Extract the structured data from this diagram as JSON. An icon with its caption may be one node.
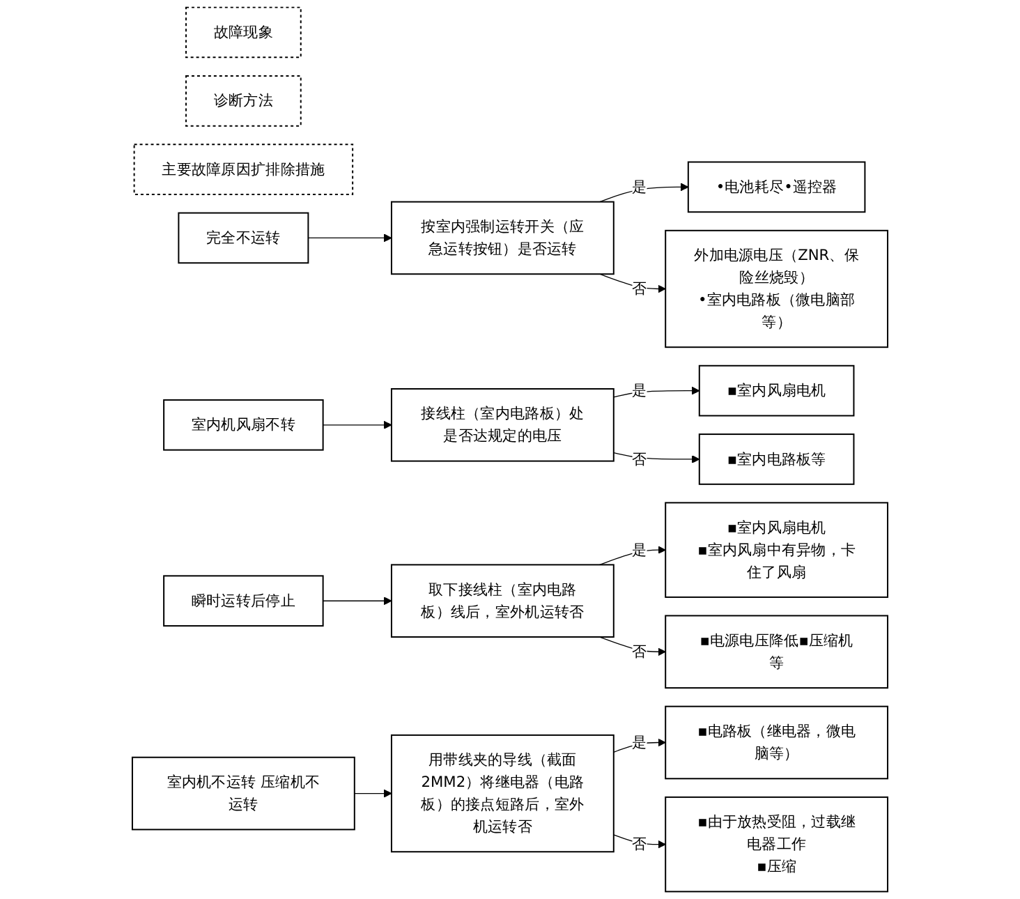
{
  "diagram": {
    "nodes": [
      {
        "text": [
          "故障现象"
        ]
      },
      {
        "text": [
          "诊断方法"
        ]
      },
      {
        "text": [
          "主要故障原因扩排除措施"
        ]
      },
      {
        "text": [
          "完全不运转"
        ]
      },
      {
        "text": [
          "按室内强制运转开关（应急运转按钮）是否运转"
        ]
      },
      {
        "text": [
          "•电池耗尽•遥控器"
        ]
      },
      {
        "text": [
          "外加电源电压（ZNR、保险丝烧毁）",
          "•室内电路板（微电脑部等）"
        ]
      },
      {
        "text": [
          "室内机风扇不转"
        ]
      },
      {
        "text": [
          "接线柱（室内电路板）处是否达规定的电压"
        ]
      },
      {
        "text": [
          "▪室内风扇电机"
        ]
      },
      {
        "text": [
          "▪室内电路板等"
        ]
      },
      {
        "text": [
          "瞬时运转后停止"
        ]
      },
      {
        "text": [
          "取下接线柱（室内电路板）线后，室外机运转否"
        ]
      },
      {
        "text": [
          "▪室内风扇电机",
          "▪室内风扇中有异物，卡住了风扇"
        ]
      },
      {
        "text": [
          "▪电源电压降低▪压缩机等"
        ]
      },
      {
        "text": [
          "室内机不运转 压缩机不运转"
        ]
      },
      {
        "text": [
          "用带线夹的导线（截面2MM2）将继电器（电路板）的接点短路后，室外机运转否"
        ]
      },
      {
        "text": [
          "▪电路板（继电器，微电脑等）"
        ]
      },
      {
        "text": [
          "▪由于放热受阻，过载继电器工作",
          "▪压缩"
        ]
      }
    ],
    "edges": [
      {
        "from": 3,
        "to": 4,
        "arrow": "to"
      },
      {
        "from": 4,
        "to": 5,
        "arrow": "to",
        "label": "是"
      },
      {
        "from": 4,
        "to": 6,
        "arrow": "to",
        "label": "否"
      },
      {
        "from": 7,
        "to": 8,
        "arrow": "to"
      },
      {
        "from": 8,
        "to": 9,
        "arrow": "to",
        "label": "是"
      },
      {
        "from": 8,
        "to": 10,
        "arrow": "to",
        "label": "否"
      },
      {
        "from": 11,
        "to": 12,
        "arrow": "to"
      },
      {
        "from": 12,
        "to": 13,
        "arrow": "to",
        "label": "是"
      },
      {
        "from": 12,
        "to": 14,
        "arrow": "to",
        "label": "否"
      },
      {
        "from": 15,
        "to": 16,
        "arrow": "to"
      },
      {
        "from": 16,
        "to": 17,
        "arrow": "to",
        "label": "是"
      },
      {
        "from": 16,
        "to": 18,
        "arrow": "to",
        "label": "否"
      }
    ]
  }
}
